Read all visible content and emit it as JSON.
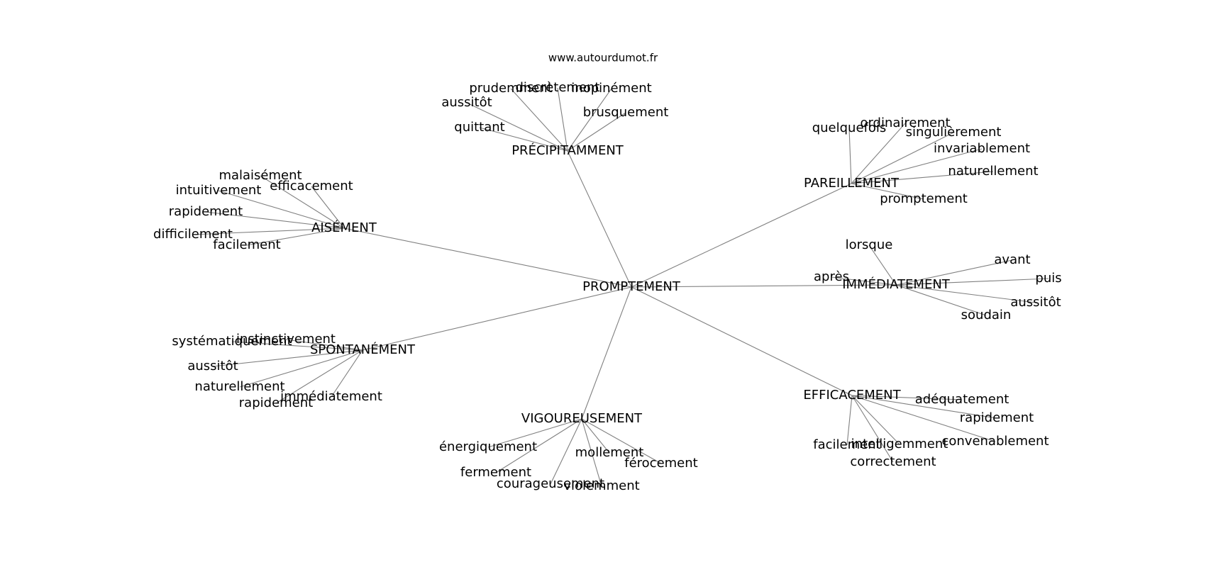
{
  "source": "www.autourdumot.fr",
  "center": "PROMPTEMENT",
  "clusters": [
    {
      "id": "precipitamment",
      "label": "PRÉCIPITAMMENT",
      "words": [
        "prudemment",
        "discrètement",
        "inopinément",
        "aussitôt",
        "brusquement",
        "quittant"
      ]
    },
    {
      "id": "pareillement",
      "label": "PAREILLEMENT",
      "words": [
        "quelquefois",
        "ordinairement",
        "singulièrement",
        "invariablement",
        "naturellement",
        "promptement"
      ]
    },
    {
      "id": "aisement",
      "label": "AISÉMENT",
      "words": [
        "malaisément",
        "efficacement",
        "intuitivement",
        "rapidement",
        "difficilement",
        "facilement"
      ]
    },
    {
      "id": "immediatement",
      "label": "IMMÉDIATEMENT",
      "words": [
        "lorsque",
        "avant",
        "après",
        "puis",
        "aussitôt",
        "soudain"
      ]
    },
    {
      "id": "spontanement",
      "label": "SPONTANÉMENT",
      "words": [
        "instinctivement",
        "systématiquement",
        "aussitôt",
        "naturellement",
        "rapidement",
        "immédiatement"
      ]
    },
    {
      "id": "vigoureusement",
      "label": "VIGOUREUSEMENT",
      "words": [
        "énergiquement",
        "mollement",
        "férocement",
        "fermement",
        "courageusement",
        "violemment"
      ]
    },
    {
      "id": "efficacement",
      "label": "EFFICACEMENT",
      "words": [
        "adéquatement",
        "rapidement",
        "convenablement",
        "facilement",
        "intelligemment",
        "correctement"
      ]
    }
  ]
}
